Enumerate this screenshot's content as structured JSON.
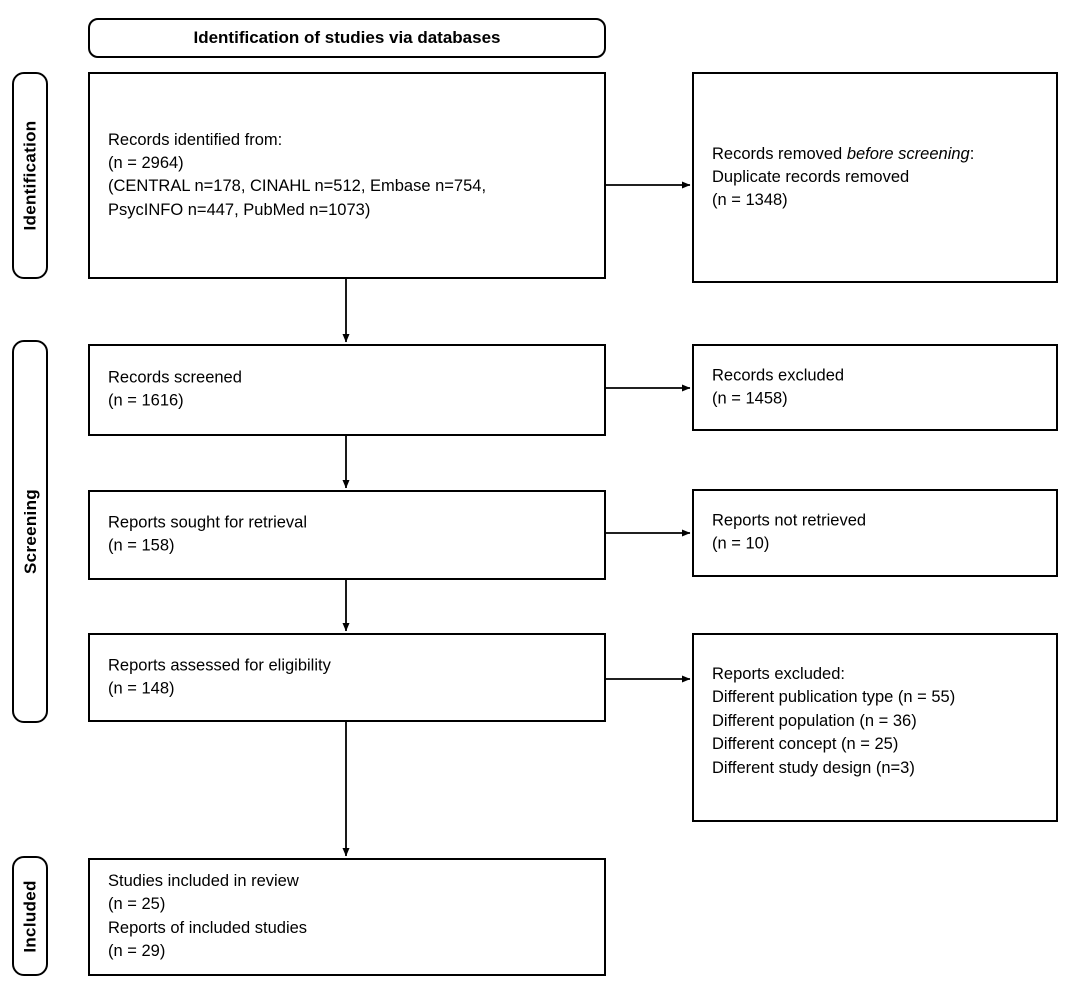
{
  "diagram": {
    "type": "PRISMA flow diagram",
    "header": {
      "label": "Identification of studies via databases"
    },
    "stages": [
      {
        "id": "identification",
        "label": "Identification"
      },
      {
        "id": "screening",
        "label": "Screening"
      },
      {
        "id": "included",
        "label": "Included"
      }
    ],
    "boxes": {
      "records_identified": {
        "title": "Records identified from:",
        "count": "(n = 2964)",
        "detail_line1": "(CENTRAL n=178, CINAHL n=512, Embase n=754,",
        "detail_line2": "PsycINFO n=447, PubMed n=1073)"
      },
      "records_removed": {
        "lead": "Records removed ",
        "emphasis": "before screening",
        "lead_tail": ":",
        "line2": "Duplicate records removed",
        "count": "(n = 1348)"
      },
      "records_screened": {
        "title": "Records screened",
        "count": "(n = 1616)"
      },
      "records_excluded": {
        "title": "Records excluded",
        "count": "(n = 1458)"
      },
      "reports_sought": {
        "title": "Reports sought for retrieval",
        "count": "(n = 158)"
      },
      "reports_not_retrieved": {
        "title": "Reports not retrieved",
        "count": "(n = 10)"
      },
      "reports_assessed": {
        "title": "Reports assessed for eligibility",
        "count": "(n = 148)"
      },
      "reports_excluded": {
        "title": "Reports excluded:",
        "reasons": [
          "Different publication type (n = 55)",
          "Different population (n = 36)",
          "Different concept (n = 25)",
          "Different study design (n=3)"
        ]
      },
      "studies_included": {
        "line1": "Studies included in review",
        "count1": "(n = 25)",
        "line2": "Reports of included studies",
        "count2": "(n = 29)"
      }
    },
    "colors": {
      "stroke": "#000000",
      "fill": "#ffffff",
      "text": "#000000"
    }
  }
}
